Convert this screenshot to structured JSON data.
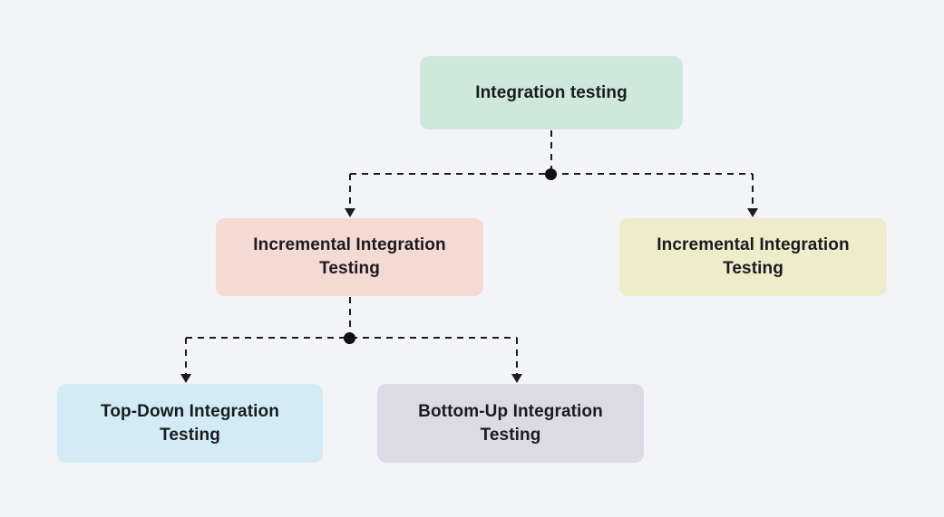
{
  "diagram": {
    "background_color": "#f3f4f7",
    "line_color": "#1c1c1c",
    "text_color": "#1b1b1f",
    "nodes": {
      "root": {
        "label": "Integration testing",
        "color": "#cfe8dc"
      },
      "inc_left": {
        "label": "Incremental Integration Testing",
        "color": "#f5d9d3"
      },
      "inc_right": {
        "label": "Incremental Integration Testing",
        "color": "#eeeccb"
      },
      "top_down": {
        "label": "Top-Down Integration Testing",
        "color": "#d2ebf5"
      },
      "bottom_up": {
        "label": "Bottom-Up Integration Testing",
        "color": "#dbdae6"
      }
    },
    "edges": [
      {
        "from": "root",
        "to": "inc_left",
        "style": "dashed-arrow"
      },
      {
        "from": "root",
        "to": "inc_right",
        "style": "dashed-arrow"
      },
      {
        "from": "inc_left",
        "to": "top_down",
        "style": "dashed-arrow"
      },
      {
        "from": "inc_left",
        "to": "bottom_up",
        "style": "dashed-arrow"
      }
    ]
  }
}
